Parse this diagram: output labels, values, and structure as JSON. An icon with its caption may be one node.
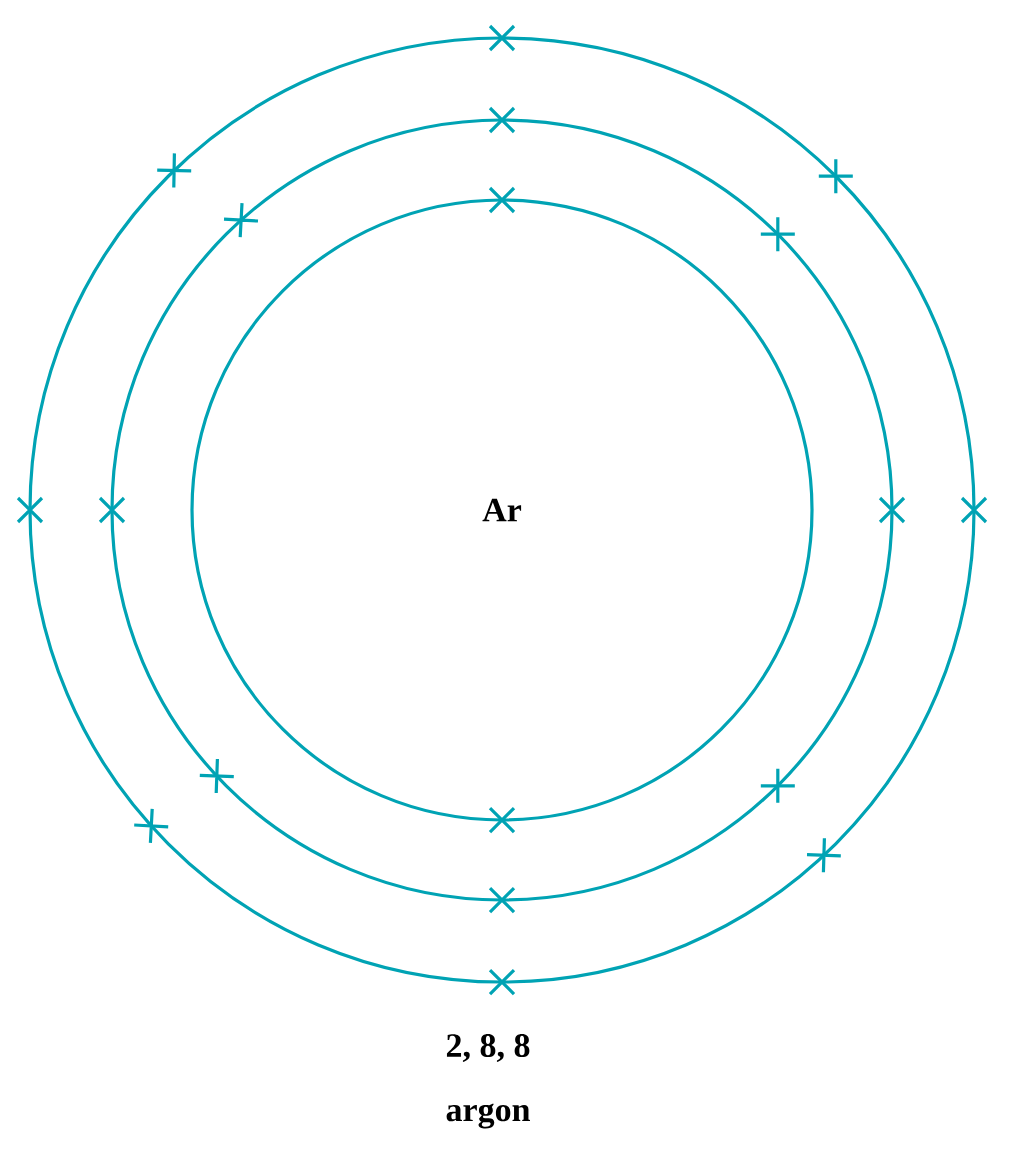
{
  "diagram": {
    "nodes": [
      {
        "text": [],
        "shape": "circle"
      },
      {
        "text": [],
        "shape": "circle",
        "in": 0
      },
      {
        "text": [
          "Ar"
        ],
        "in": 1
      }
    ],
    "labels": [
      "2, 8, 8",
      "argon"
    ]
  }
}
